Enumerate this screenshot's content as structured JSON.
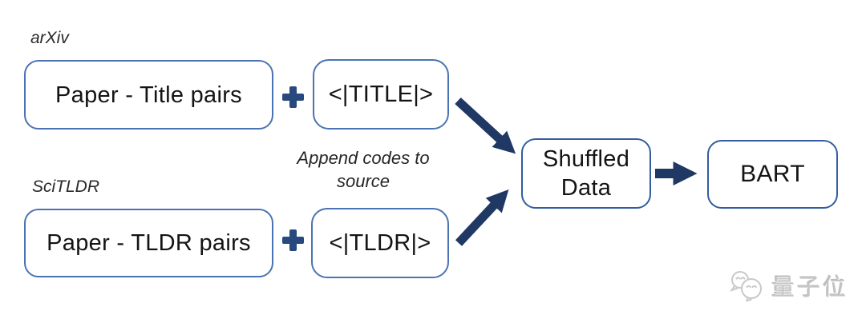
{
  "figure": {
    "title_hint": "Training data pipeline diagram",
    "datasets": [
      {
        "source_label": "arXiv",
        "pairs_box": "Paper - Title pairs",
        "code_box": "<|TITLE|>"
      },
      {
        "source_label": "SciTLDR",
        "pairs_box": "Paper - TLDR pairs",
        "code_box": "<|TLDR|>"
      }
    ],
    "note": "Append codes to source",
    "merge_box": "Shuffled Data",
    "model_box": "BART",
    "operator_plus": "+",
    "icons": {
      "plus": "plus-icon",
      "flow_arrows": "arrow-icons (two converging diagonals, one horizontal)",
      "watermark_logo": "chat-bubbles-icon"
    },
    "colors": {
      "background": "#ffffff",
      "box_border_light": "#4b73b2",
      "box_border_dark": "#335d9e",
      "arrow": "#1f3864",
      "plus": "#27497e",
      "text": "#141414",
      "watermark": "#c6c6c6"
    }
  },
  "watermark": {
    "text": "量子位"
  }
}
